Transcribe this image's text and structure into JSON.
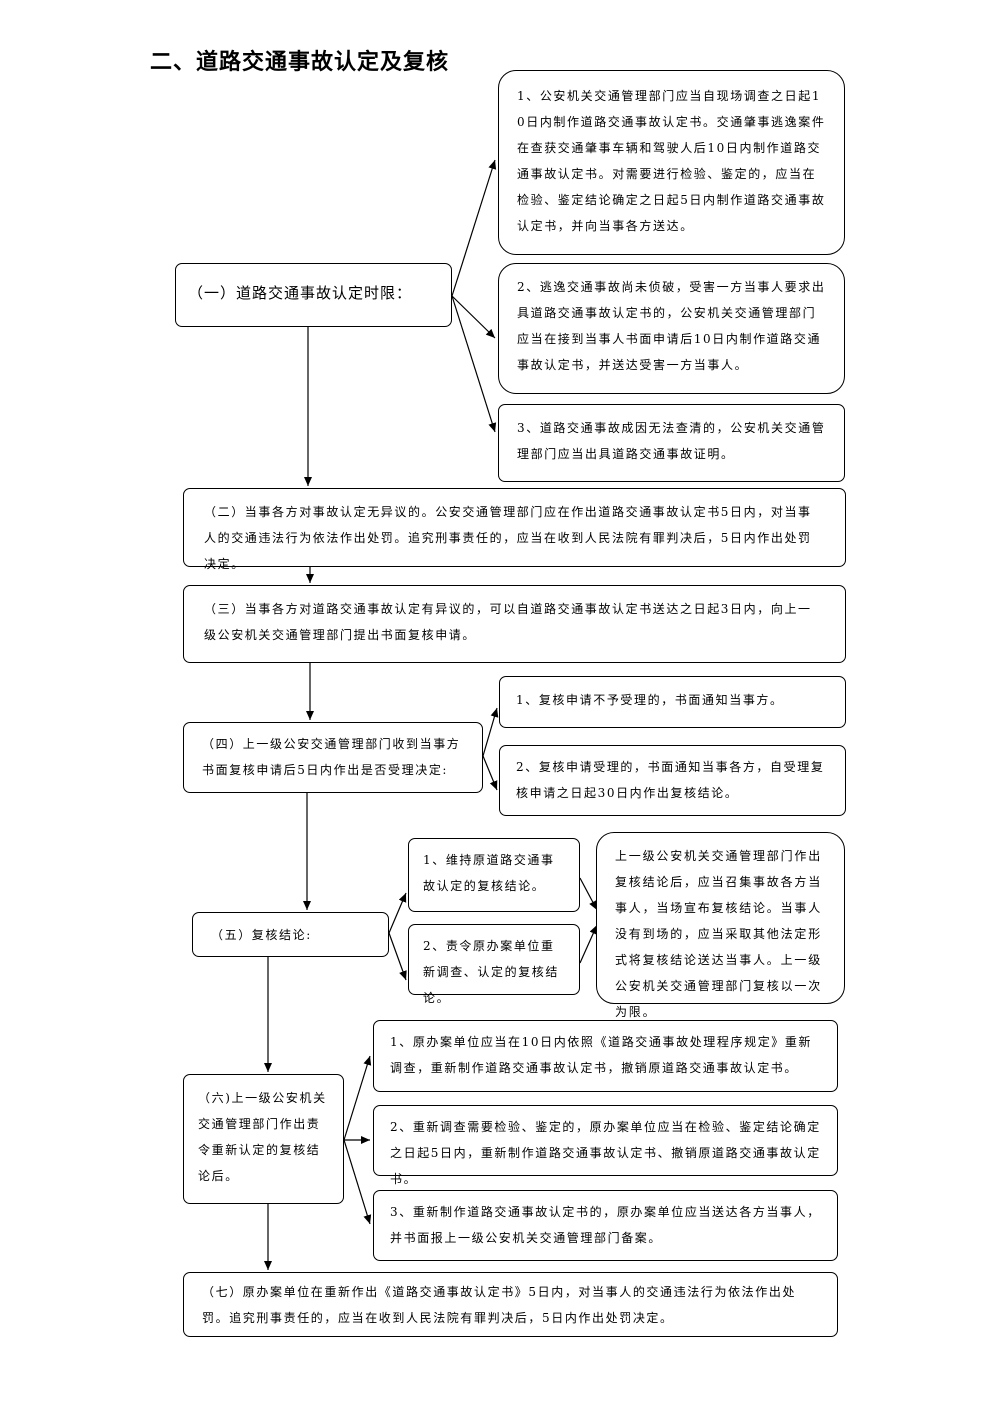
{
  "title": "二、道路交通事故认定及复核",
  "steps": {
    "s1": "（一）道路交通事故认定时限：",
    "s1_items": [
      "1、公安机关交通管理部门应当自现场调查之日起10日内制作道路交通事故认定书。交通肇事逃逸案件在查获交通肇事车辆和驾驶人后10日内制作道路交通事故认定书。对需要进行检验、鉴定的，应当在检验、鉴定结论确定之日起5日内制作道路交通事故认定书，并向当事各方送达。",
      "2、逃逸交通事故尚未侦破，受害一方当事人要求出具道路交通事故认定书的，公安机关交通管理部门应当在接到当事人书面申请后10日内制作道路交通事故认定书，并送达受害一方当事人。",
      "3、道路交通事故成因无法查清的，公安机关交通管理部门应当出具道路交通事故证明。"
    ],
    "s2": "（二）当事各方对事故认定无异议的。公安交通管理部门应在作出道路交通事故认定书5日内，对当事人的交通违法行为依法作出处罚。追究刑事责任的，应当在收到人民法院有罪判决后，5日内作出处罚决定。",
    "s3": "（三）当事各方对道路交通事故认定有异议的，可以自道路交通事故认定书送达之日起3日内，向上一级公安机关交通管理部门提出书面复核申请。",
    "s4": "（四）上一级公安交通管理部门收到当事方书面复核申请后5日内作出是否受理决定:",
    "s4_items": [
      "1、复核申请不予受理的，书面通知当事方。",
      "2、复核申请受理的，书面通知当事各方，自受理复核申请之日起30日内作出复核结论。"
    ],
    "s5": "（五）复核结论:",
    "s5_items": [
      "1、维持原道路交通事故认定的复核结论。",
      "2、责令原办案单位重新调查、认定的复核结论。"
    ],
    "s5_note": "上一级公安机关交通管理部门作出复核结论后，应当召集事故各方当事人，当场宣布复核结论。当事人没有到场的，应当采取其他法定形式将复核结论送达当事人。上一级公安机关交通管理部门复核以一次为限。",
    "s6": "（六)上一级公安机关交通管理部门作出责令重新认定的复核结论后。",
    "s6_items": [
      "1、原办案单位应当在10日内依照《道路交通事故处理程序规定》重新调查，重新制作道路交通事故认定书，撤销原道路交通事故认定书。",
      "2、重新调查需要检验、鉴定的，原办案单位应当在检验、鉴定结论确定之日起5日内，重新制作道路交通事故认定书、撤销原道路交通事故认定书。",
      "3、重新制作道路交通事故认定书的，原办案单位应当送达各方当事人，并书面报上一级公安机关交通管理部门备案。"
    ],
    "s7": "（七）原办案单位在重新作出《道路交通事故认定书》5日内，对当事人的交通违法行为依法作出处罚。追究刑事责任的，应当在收到人民法院有罪判决后，5日内作出处罚决定。"
  }
}
